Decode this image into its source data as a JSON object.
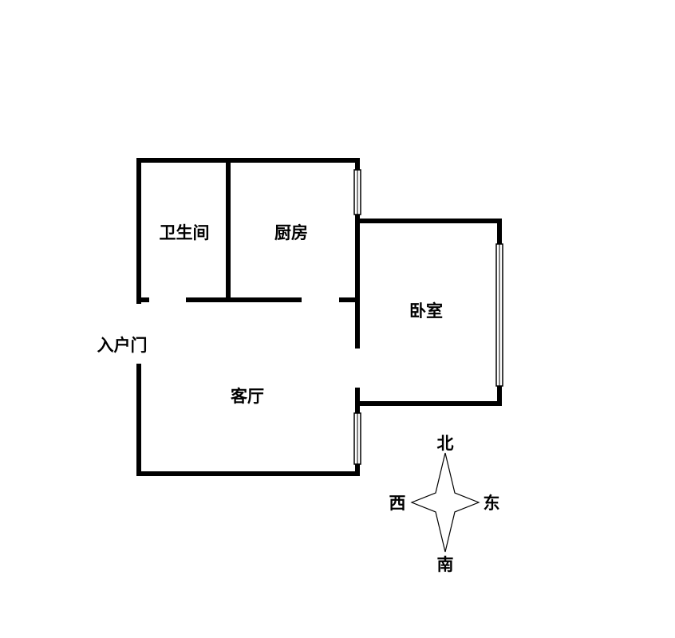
{
  "rooms": {
    "bathroom": "卫生间",
    "kitchen": "厨房",
    "bedroom": "卧室",
    "living_room": "客厅"
  },
  "entrance": {
    "label": "入户门"
  },
  "compass": {
    "north": "北",
    "south": "南",
    "east": "东",
    "west": "西"
  }
}
